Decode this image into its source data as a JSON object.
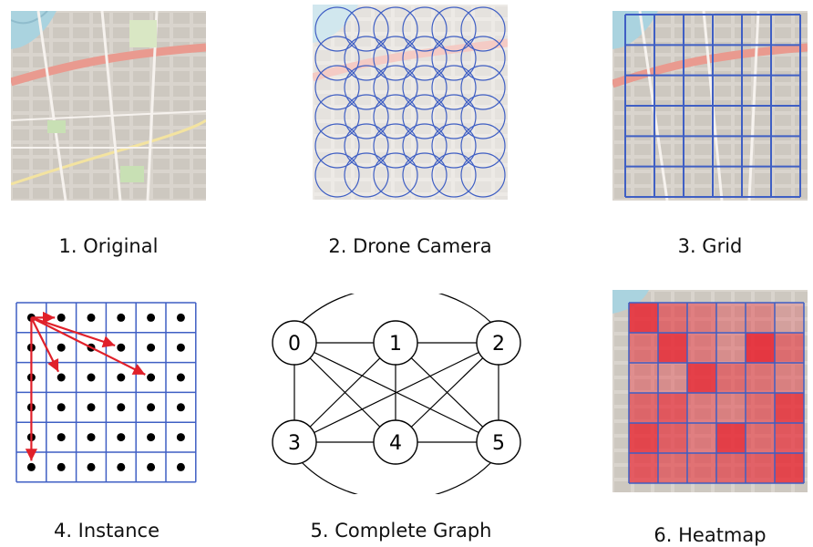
{
  "panels": [
    {
      "caption": "1. Original"
    },
    {
      "caption": "2. Drone Camera"
    },
    {
      "caption": "3. Grid"
    },
    {
      "caption": "4. Instance"
    },
    {
      "caption": "5. Complete Graph"
    },
    {
      "caption": "6. Heatmap"
    }
  ],
  "graph": {
    "nodes": [
      "0",
      "1",
      "2",
      "3",
      "4",
      "5"
    ]
  },
  "heatmap": {
    "rows": 6,
    "cols": 6,
    "intensity": [
      [
        0.9,
        0.55,
        0.45,
        0.3,
        0.35,
        0.15
      ],
      [
        0.5,
        0.9,
        0.45,
        0.3,
        0.95,
        0.55
      ],
      [
        0.35,
        0.3,
        0.9,
        0.55,
        0.5,
        0.4
      ],
      [
        0.6,
        0.7,
        0.45,
        0.4,
        0.55,
        0.85
      ],
      [
        0.85,
        0.65,
        0.45,
        0.9,
        0.55,
        0.7
      ],
      [
        0.7,
        0.55,
        0.55,
        0.6,
        0.65,
        0.85
      ]
    ]
  },
  "colors": {
    "grid_blue": "#3f5fc4",
    "arrow_red": "#e0202a",
    "heat_red": "#e8202c",
    "map_road": "#e99a8f"
  }
}
